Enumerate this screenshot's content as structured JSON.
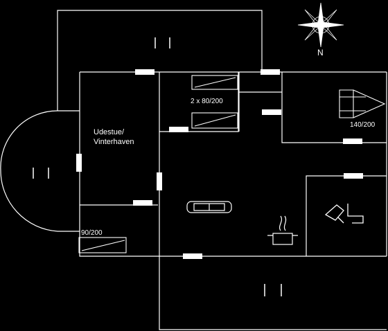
{
  "labels": {
    "room_name_line1": "Udestue/",
    "room_name_line2": "Vinterhaven",
    "bed_double": "2 x 80/200",
    "bed_wide": "140/200",
    "bed_single": "90/200",
    "north": "N"
  },
  "icons": [
    "compass-rose-icon",
    "sofa-icon",
    "cooking-pot-icon",
    "water-tap-icon",
    "bed-icon"
  ],
  "colors": {
    "background": "#000000",
    "line": "#ffffff"
  }
}
